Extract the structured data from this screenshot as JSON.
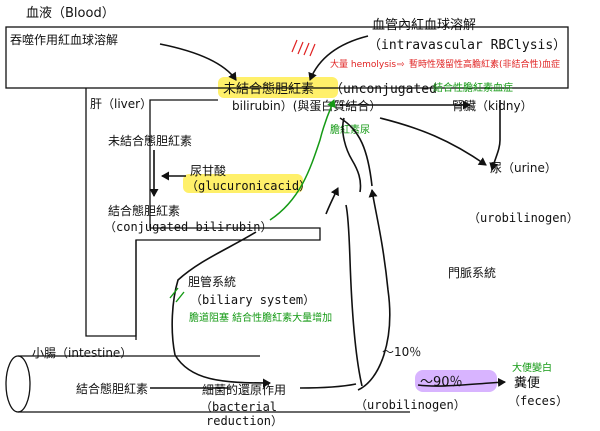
{
  "blood": {
    "label": "血液（Blood）",
    "phagocytosis": "吞噬作用紅血球溶解"
  },
  "intravascular": {
    "zh": "血管內紅血球溶解",
    "en": "（intravascular RBClysis）"
  },
  "note_hemolysis": {
    "prefix": "大量 hemolysis",
    "arrow": "⇨",
    "text": "暫時性殘留性高膽紅素(非結合性)血症"
  },
  "unconjugated": {
    "zh": "未結合態胆紅素",
    "en1": "（unconjugated",
    "en2": "bilirubin）(與蛋白質結合）"
  },
  "note_conj_blood": "結合性膽紅素血症",
  "liver": "肝（liver）",
  "liver_unconj": "未結合態胆紅素",
  "glucuronic": {
    "zh": "尿甘酸",
    "en": "（glucuronicacid）"
  },
  "conjugated": {
    "zh": "結合態胆紅素",
    "en": "（conjugated  bilirubin）"
  },
  "kidney": "腎臟（kidny）",
  "note_bilirubinuria": "膽紅素尿",
  "urine": "尿（urine）",
  "urobilinogen_kidney": "（urobilinogen）",
  "portal": "門脈系統",
  "biliary": {
    "zh": "胆管系統",
    "en": "（biliary  system）"
  },
  "note_obstruction": "膽道阻塞 結合性膽紅素大量增加",
  "intestine": "小腸（intestine）",
  "ten_percent": "～10％",
  "intestine_conj": "結合態胆紅素",
  "bacterial": {
    "zh": "細菌的還原作用",
    "en1": "（bacterial",
    "en2": "reduction）"
  },
  "urobilinogen_gut": "（urobilinogen）",
  "ninety_percent": "～90％",
  "feces": {
    "zh": "糞便",
    "en": "（feces）"
  },
  "note_stool": "大便變白",
  "colors": {
    "ink": "#111111",
    "red_note": "#e02222",
    "green_note": "#159a15",
    "yellow_highlight": "#fff06a",
    "purple_highlight": "#d8b4ff"
  }
}
